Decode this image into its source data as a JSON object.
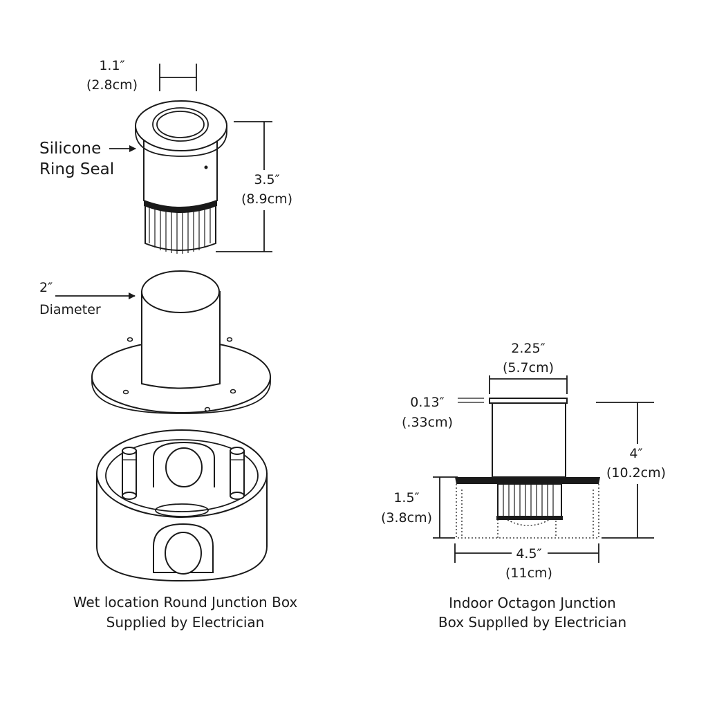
{
  "left": {
    "top_dim_in": "1.1″",
    "top_dim_cm": "(2.8cm)",
    "seal_line1": "Silicone",
    "seal_line2": "Ring Seal",
    "height_in": "3.5″",
    "height_cm": "(8.9cm)",
    "diam_line1": "2″",
    "diam_line2": "Diameter",
    "caption_line1": "Wet location Round Junction Box",
    "caption_line2": "Supplied by Electrician"
  },
  "right": {
    "width_in": "2.25″",
    "width_cm": "(5.7cm)",
    "flange_in": "0.13″",
    "flange_cm": "(.33cm)",
    "height_in": "4″",
    "height_cm": "(10.2cm)",
    "box_h_in": "1.5″",
    "box_h_cm": "(3.8cm)",
    "box_w_in": "4.5″",
    "box_w_cm": "(11cm)",
    "caption_line1": "Indoor Octagon Junction",
    "caption_line2": "Box Supplled by Electrician"
  }
}
